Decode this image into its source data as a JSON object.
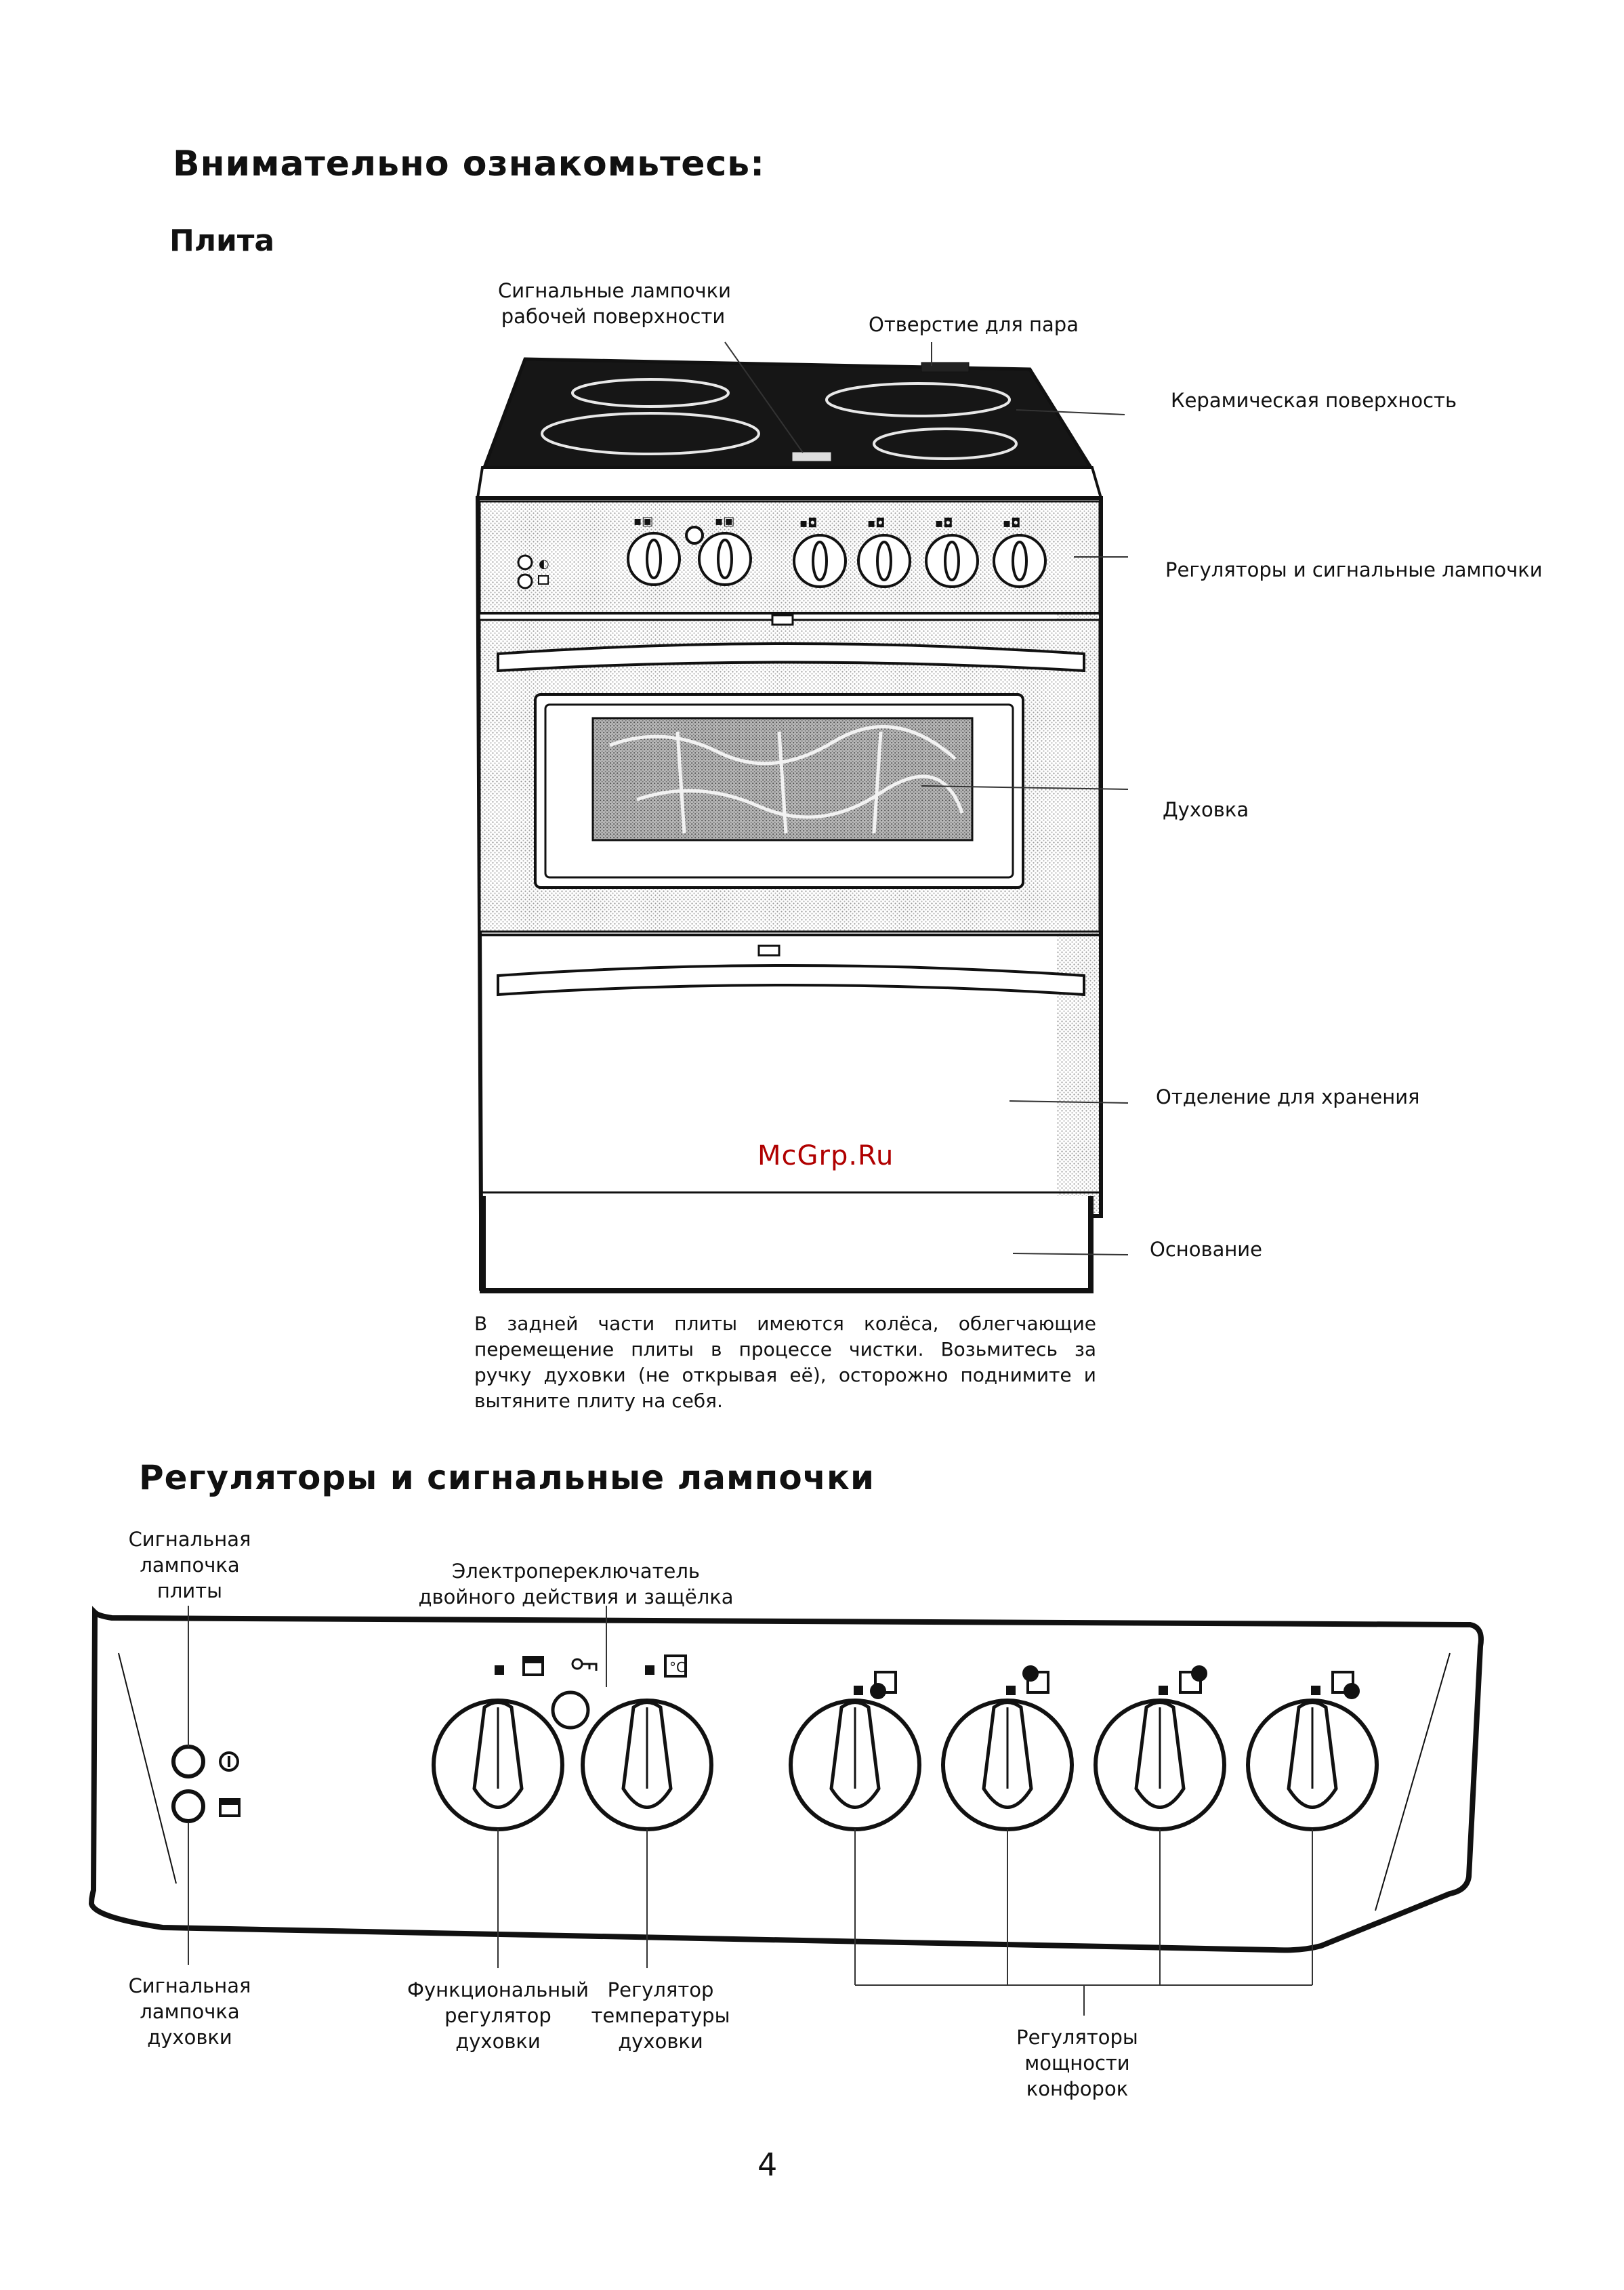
{
  "heading": "Внимательно ознакомьтесь:",
  "section1": {
    "title": "Плита",
    "labels": {
      "hob_lamps": [
        "Сигнальные лампочки",
        "рабочей поверхности"
      ],
      "steam_vent": "Отверстие для пара",
      "ceramic": "Керамическая поверхность",
      "controls": "Регуляторы и сигнальные лампочки",
      "oven": "Духовка",
      "storage": "Отделение для хранения",
      "base": "Основание"
    },
    "paragraph": [
      "В задней части плиты имеются колёса, облегчающие",
      "перемещение плиты в процессе чистки. Возьмитесь за",
      "ручку духовки (не открывая её), осторожно поднимите и",
      "вытяните плиту на себя."
    ]
  },
  "watermark": "McGrp.Ru",
  "section2": {
    "title": "Регуляторы и сигнальные лампочки",
    "labels": {
      "cooker_lamp": [
        "Сигнальная",
        "лампочка",
        "плиты"
      ],
      "switch": [
        "Электропереключатель",
        "двойного действия и защёлка"
      ],
      "oven_lamp": [
        "Сигнальная",
        "лампочка",
        "духовки"
      ],
      "function": [
        "Функциональный",
        "регулятор",
        "духовки"
      ],
      "temperature": [
        "Регулятор",
        "температуры",
        "духовки"
      ],
      "zones": [
        "Регуляторы",
        "мощности",
        "конфорок"
      ]
    }
  },
  "page_number": "4"
}
